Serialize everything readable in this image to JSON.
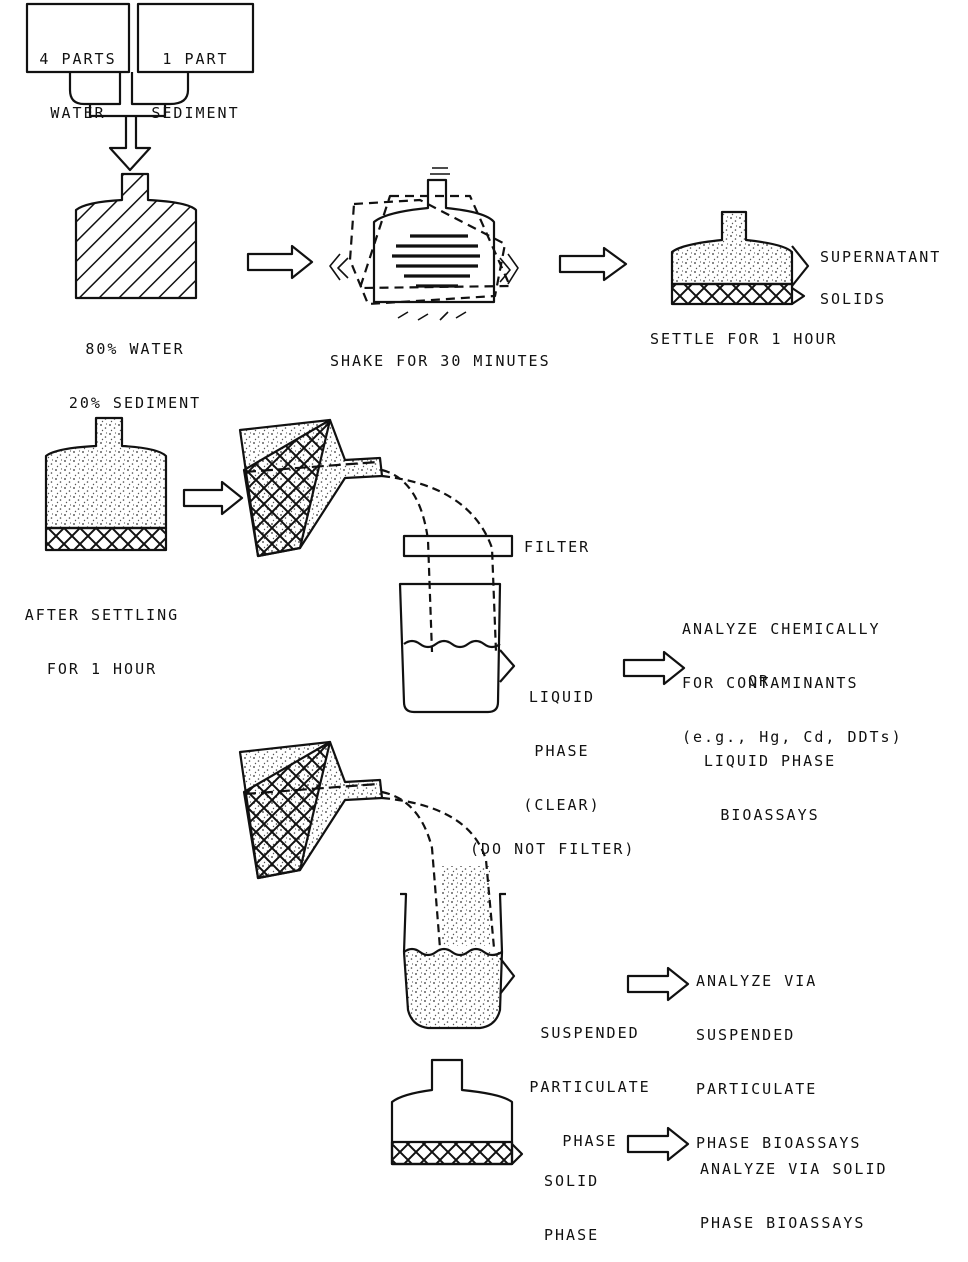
{
  "inputs": {
    "water": [
      "4 PARTS",
      "WATER"
    ],
    "sediment": [
      "1 PART",
      "SEDIMENT"
    ]
  },
  "steps": {
    "mix": [
      "80% WATER",
      "20% SEDIMENT"
    ],
    "shake": "SHAKE FOR 30 MINUTES",
    "settle": "SETTLE FOR 1 HOUR",
    "supernatant": "SUPERNATANT",
    "solids": "SOLIDS",
    "after_settling": [
      "AFTER SETTLING",
      "FOR 1 HOUR"
    ],
    "filter": "FILTER",
    "liquid_phase": [
      "LIQUID",
      "PHASE",
      "(CLEAR)"
    ],
    "do_not_filter": "(DO NOT FILTER)",
    "suspended_phase": [
      "SUSPENDED",
      "PARTICULATE",
      "PHASE"
    ],
    "solid_phase": [
      "SOLID",
      "PHASE"
    ]
  },
  "outcomes": {
    "liquid": [
      "ANALYZE CHEMICALLY",
      "FOR CONTAMINANTS",
      "(e.g., Hg, Cd, DDTs)"
    ],
    "or": "OR",
    "liquid_bioassay": [
      "LIQUID PHASE",
      "BIOASSAYS"
    ],
    "suspended": [
      "ANALYZE VIA",
      "SUSPENDED",
      "PARTICULATE",
      "PHASE BIOASSAYS"
    ],
    "solid": [
      "ANALYZE VIA SOLID",
      "PHASE BIOASSAYS"
    ]
  }
}
